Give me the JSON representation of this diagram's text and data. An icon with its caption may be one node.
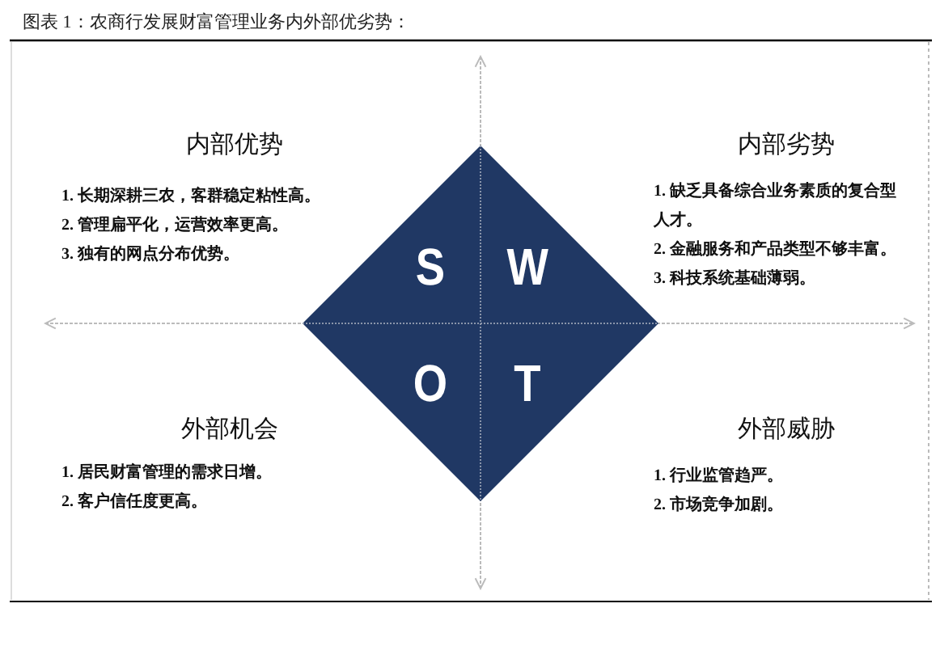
{
  "diagram": {
    "title": "图表 1：农商行发展财富管理业务内外部优劣势：",
    "nodes": [
      {
        "text": [
          "S",
          "W",
          "O",
          "T"
        ]
      }
    ],
    "labels": [
      "内部优势",
      "1. 长期深耕三农，客群稳定粘性高。",
      "2. 管理扁平化，运营效率更高。",
      "3. 独有的网点分布优势。",
      "内部劣势",
      "1. 缺乏具备综合业务素质的复合型人才。",
      "2. 金融服务和产品类型不够丰富。",
      "3. 科技系统基础薄弱。",
      "外部机会",
      "1. 居民财富管理的需求日增。",
      "2. 客户信任度更高。",
      "外部威胁",
      "1. 行业监管趋严。",
      "2. 市场竞争加剧。"
    ]
  }
}
